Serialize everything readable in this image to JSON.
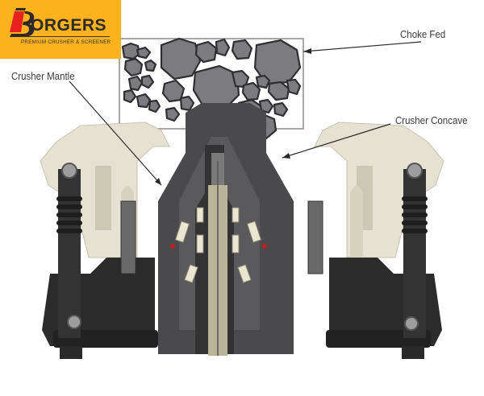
{
  "logo": {
    "brand": "ORGERS",
    "brand_initial": "B",
    "tagline": "PREMIUM CRUSHER  & SCREENER",
    "background_color": "#fbb21d",
    "accent_color": "#e8231f",
    "text_color": "#2d2a28"
  },
  "diagram": {
    "subject": "cone crusher cross-section",
    "labels": {
      "choke_fed": "Choke Fed",
      "crusher_mantle": "Crusher Mantle",
      "crusher_concave": "Crusher Concave"
    },
    "colors": {
      "rock_fill": "#7c7c80",
      "rock_outline": "#2f2f33",
      "housing_dark": "#2b2b2b",
      "mantle_gray": "#5a5a5c",
      "frame_cream": "#e6e2d3",
      "shaft_khaki": "#b9b49a"
    }
  }
}
